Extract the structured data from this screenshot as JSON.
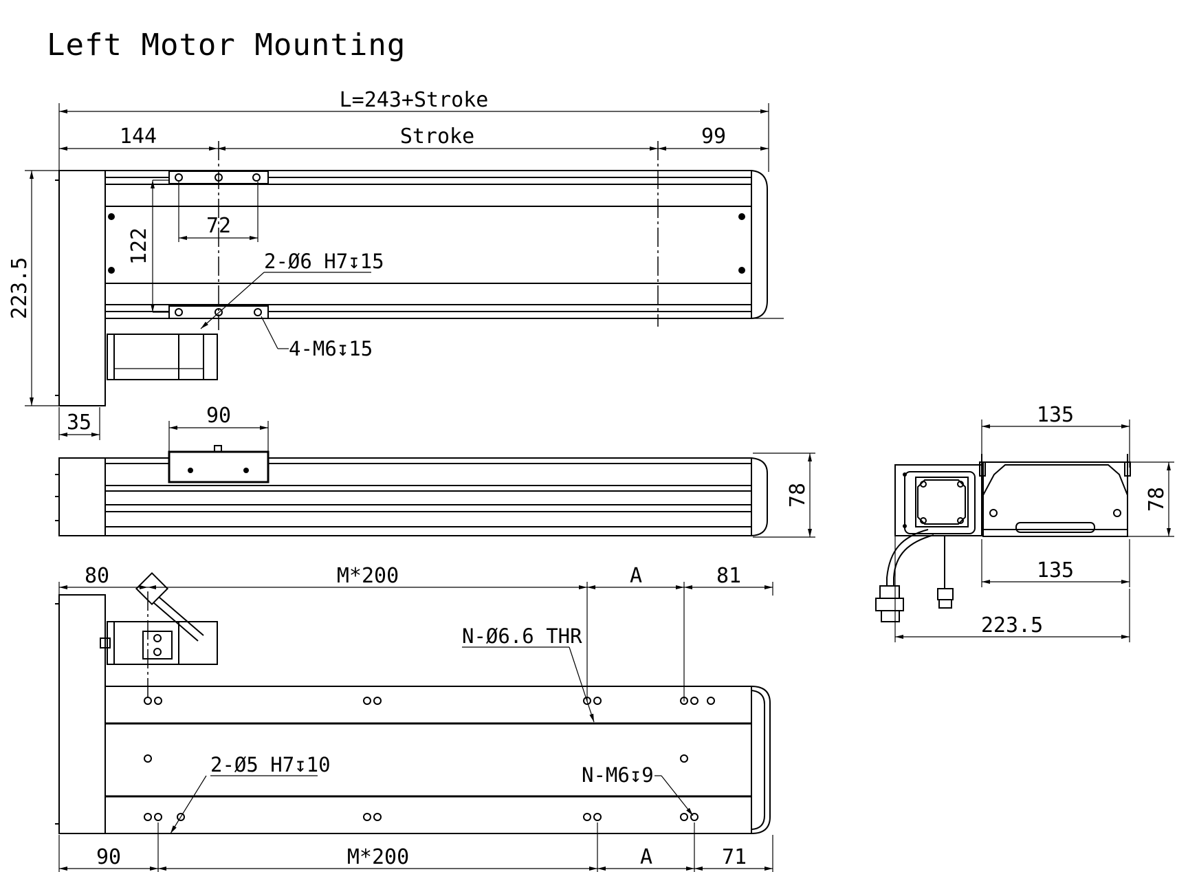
{
  "title": "Left Motor Mounting",
  "top_view": {
    "overall_length": "L=243+Stroke",
    "dim_left": "144",
    "dim_stroke": "Stroke",
    "dim_right": "99",
    "dim_height": "223.5",
    "dim_slot": "122",
    "dim_hole_pitch": "72",
    "dim_motor_offset": "35",
    "note_dowel": "2-Ø6 H7↧15",
    "note_tapped": "4-M6↧15"
  },
  "side_view": {
    "dim_carriage": "90",
    "dim_height": "78"
  },
  "bottom_view": {
    "dim_top_left": "80",
    "dim_top_pitch": "M*200",
    "dim_top_a": "A",
    "dim_top_right": "81",
    "note_thru": "N-Ø6.6 THR",
    "note_dowel": "2-Ø5 H7↧10",
    "note_tapped": "N-M6↧9",
    "dim_bot_left": "90",
    "dim_bot_pitch": "M*200",
    "dim_bot_a": "A",
    "dim_bot_right": "71"
  },
  "end_view": {
    "dim_top_width": "135",
    "dim_bottom_width": "135",
    "dim_height": "78",
    "dim_overall": "223.5"
  }
}
